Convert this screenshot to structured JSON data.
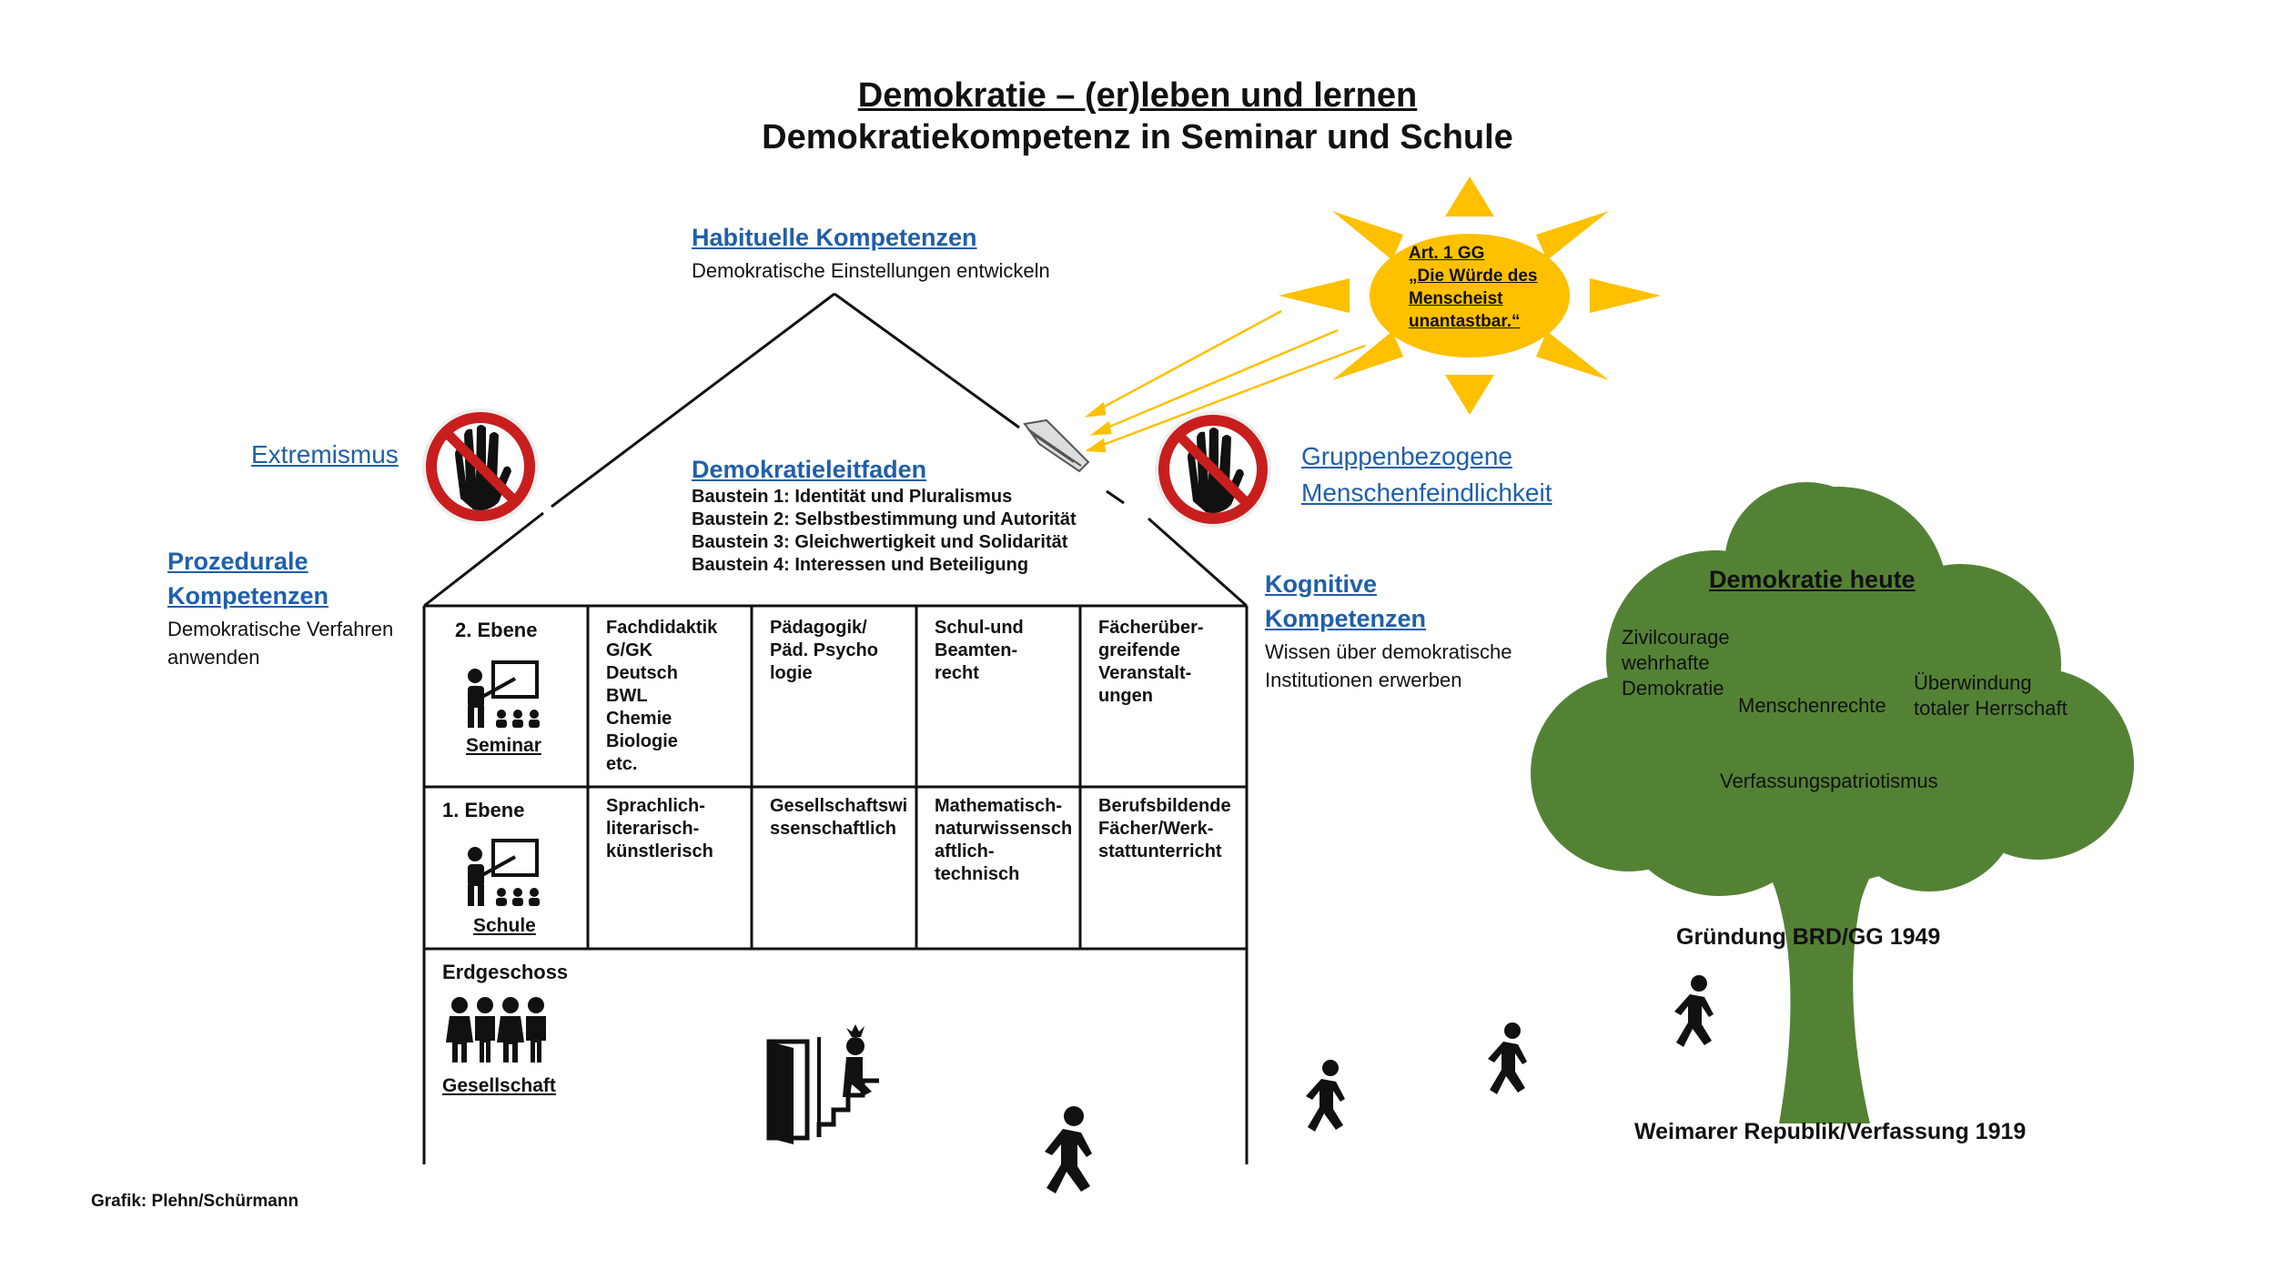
{
  "title": {
    "line1": "Demokratie – (er)leben und lernen",
    "line2": "Demokratiekompetenz in Seminar und Schule"
  },
  "habituelle": {
    "heading": "Habituelle Kompetenzen",
    "text": "Demokratische Einstellungen entwickeln"
  },
  "prozedurale": {
    "heading_line1": "Prozedurale",
    "heading_line2": "Kompetenzen",
    "text_line1": "Demokratische Verfahren",
    "text_line2": "anwenden"
  },
  "kognitive": {
    "heading_line1": "Kognitive",
    "heading_line2": "Kompetenzen",
    "text_line1": "Wissen über demokratische",
    "text_line2": "Institutionen erwerben"
  },
  "warnings": {
    "left": "Extremismus",
    "right_line1": "Gruppenbezogene",
    "right_line2": "Menschenfeindlichkeit",
    "icon": "no-entry-hand-icon"
  },
  "sun": {
    "line1": "Art. 1 GG",
    "line2": "„Die Würde des",
    "line3": "Menscheist",
    "line4": "unantastbar.“",
    "color": "#ffc000"
  },
  "leitfaden": {
    "heading": "Demokratieleitfaden",
    "items": [
      "Baustein 1: Identität und Pluralismus",
      "Baustein 2: Selbstbestimmung und Autorität",
      "Baustein 3: Gleichwertigkeit und Solidarität",
      "Baustein 4: Interessen und Beteiligung"
    ]
  },
  "house": {
    "ebene2": {
      "label": "2. Ebene",
      "caption": "Seminar",
      "cells": [
        "Fachdidaktik\nG/GK\nDeutsch\nBWL\nChemie\nBiologie\netc.",
        "Pädagogik/\nPäd. Psycho\nlogie",
        "Schul-und\nBeamten-\nrecht",
        "Fächerüber-\ngreifende\nVeranstalt-\nungen"
      ]
    },
    "ebene1": {
      "label": "1. Ebene",
      "caption": "Schule",
      "cells": [
        "Sprachlich-\nliterarisch-\nkünstlerisch",
        "Gesellschaftswi\nssenschaftlich",
        "Mathematisch-\nnaturwissensch\naftlich-\ntechnisch",
        "Berufsbildende\nFächer/Werk-\nstattunterricht"
      ]
    },
    "erdgeschoss": {
      "label": "Erdgeschoss",
      "caption": "Gesellschaft"
    }
  },
  "tree": {
    "heading": "Demokratie heute",
    "item1_line1": "Zivilcourage",
    "item1_line2": "wehrhafte",
    "item1_line3": "Demokratie",
    "item2": "Menschenrechte",
    "item3_line1": "Überwindung",
    "item3_line2": "totaler Herrschaft",
    "item4": "Verfassungspatriotismus",
    "color": "#548235"
  },
  "timeline": {
    "upper": "Gründung BRD/GG 1949",
    "lower": "Weimarer Republik/Verfassung 1919"
  },
  "credit": "Grafik: Plehn/Schürmann"
}
